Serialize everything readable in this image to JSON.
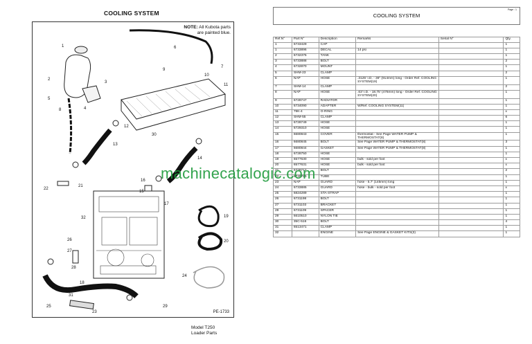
{
  "left_title": "COOLING SYSTEM",
  "note": {
    "prefix": "NOTE:",
    "text1": "All Kubota parts",
    "text2": "are painted blue."
  },
  "figure_id": "PE-1733",
  "callouts": [
    "1",
    "2",
    "3",
    "4",
    "5",
    "6",
    "7",
    "8",
    "9",
    "10",
    "11",
    "12",
    "13",
    "14",
    "15",
    "16",
    "17",
    "18",
    "19",
    "20",
    "21",
    "22",
    "23",
    "24",
    "25",
    "26",
    "27",
    "28",
    "29",
    "30",
    "31",
    "32"
  ],
  "footer": {
    "line1": "Model T250",
    "line2": "Loader Parts"
  },
  "right_title": "COOLING SYSTEM",
  "page_label": "Page : 1",
  "table": {
    "headers": [
      "Ref.N°",
      "Part N°",
      "Description",
      "Remarks",
      "Serial N°",
      "Qty."
    ],
    "rows": [
      [
        "1",
        "6733429",
        "CAP",
        "",
        "",
        "1"
      ],
      [
        "1",
        "6733896",
        "DECAL",
        "14 psi",
        "",
        "1"
      ],
      [
        "2",
        "6732375",
        "TANK",
        "",
        "",
        "1"
      ],
      [
        "3",
        "6733888",
        "BOLT",
        "",
        "",
        "2"
      ],
      [
        "4",
        "6732870",
        "MOUNT",
        "",
        "",
        "1"
      ],
      [
        "5",
        "SHM-23",
        "CLAMP",
        "",
        "",
        "2"
      ],
      [
        "6",
        "NAP",
        "HOSE",
        ".3125' I.D. - 36\" (914mm) long - Order Ref. COOLING SYSTEM(19)",
        "",
        "1"
      ],
      [
        "7",
        "SHM-14",
        "CLAMP",
        "",
        "",
        "2"
      ],
      [
        "8",
        "NAP",
        "HOSE",
        ".63' I.D. - 18.75' (476mm) long - Order Ref. COOLING SYSTEM(20)",
        "",
        "1"
      ],
      [
        "9",
        "6728747",
        "RADIATOR",
        "",
        "",
        "1"
      ],
      [
        "10",
        "6734090",
        "ADAPTER",
        "W/Ref. COOLING SYSTEM(11)",
        "",
        "1"
      ],
      [
        "11",
        "79K-4",
        "O-RING",
        "",
        "",
        "x"
      ],
      [
        "12",
        "SHM-55",
        "CLAMP",
        "",
        "",
        "6"
      ],
      [
        "13",
        "6728749",
        "HOSE",
        "",
        "",
        "1"
      ],
      [
        "14",
        "6729310",
        "HOSE",
        "",
        "",
        "1"
      ],
      [
        "15",
        "6680843",
        "COVER",
        "thermostat - See Page WATER PUMP & THERMOSTAT(8)",
        "",
        "1"
      ],
      [
        "16",
        "6680845",
        "BOLT",
        "See Page WATER PUMP & THERMOSTAT(8)",
        "",
        "3"
      ],
      [
        "17",
        "6680844",
        "GASKET",
        "See Page WATER PUMP & THERMOSTAT(8)",
        "",
        "1"
      ],
      [
        "18",
        "6728750",
        "HOSE",
        "",
        "",
        "1"
      ],
      [
        "19",
        "6577630",
        "HOSE",
        "bulk - sold per foot",
        "",
        "x"
      ],
      [
        "20",
        "6577631",
        "HOSE",
        "bulk - sold per foot",
        "",
        "x"
      ],
      [
        "21",
        "6728712",
        "BOLT",
        "",
        "",
        "2"
      ],
      [
        "22",
        "6730766",
        "TUBE",
        "",
        "",
        "1"
      ],
      [
        "23",
        "NAP",
        "GUARD",
        "hose - 5.7' (145mm) long",
        "",
        "1"
      ],
      [
        "24",
        "6733885",
        "GUARD",
        "hose - bulk - sold per foot",
        "",
        "x"
      ],
      [
        "25",
        "6824289",
        "STA-STRAP",
        "",
        "",
        "1"
      ],
      [
        "26",
        "6731198",
        "BOLT",
        "",
        "",
        "1"
      ],
      [
        "27",
        "6731103",
        "BRACKET",
        "",
        "",
        "1"
      ],
      [
        "28",
        "6731109",
        "SPACER",
        "",
        "",
        "1"
      ],
      [
        "29",
        "6610510",
        "NYLON TIE",
        "",
        "",
        "1"
      ],
      [
        "30",
        "35C-516",
        "BOLT",
        "",
        "",
        "4"
      ],
      [
        "31",
        "6513471",
        "CLAMP",
        "",
        "",
        "1"
      ],
      [
        "32",
        "",
        "ENGINE",
        "See Page ENGINE & GASKET KITS(3)",
        "",
        "1"
      ]
    ]
  },
  "watermark": "machinecatalogic.com"
}
